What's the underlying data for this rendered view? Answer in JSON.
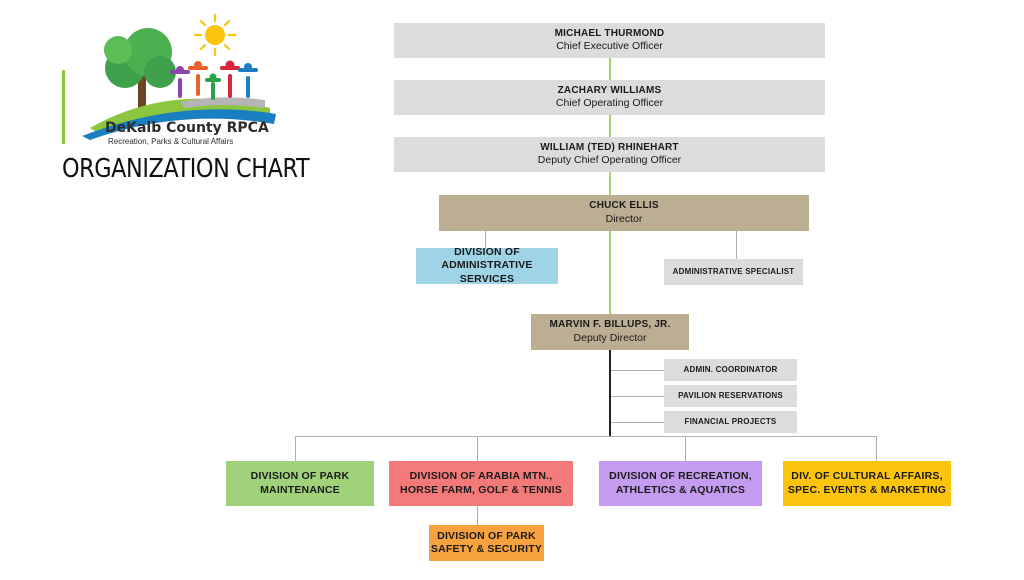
{
  "logo": {
    "org_name": "DeKalb County RPCA",
    "tagline": "Recreation, Parks & Cultural Affairs"
  },
  "page_title": "ORGANIZATION CHART",
  "executives": [
    {
      "name": "MICHAEL THURMOND",
      "title": "Chief Executive Officer"
    },
    {
      "name": "ZACHARY WILLIAMS",
      "title": "Chief Operating Officer"
    },
    {
      "name": "WILLIAM (TED) RHINEHART",
      "title": "Deputy Chief Operating Officer"
    }
  ],
  "director": {
    "name": "CHUCK ELLIS",
    "title": "Director"
  },
  "admin_services": {
    "line1": "DIVISION OF",
    "line2": "ADMINISTRATIVE SERVICES"
  },
  "admin_specialist": {
    "label": "ADMINISTRATIVE SPECIALIST"
  },
  "deputy_director": {
    "name": "MARVIN F. BILLUPS, JR.",
    "title": "Deputy Director"
  },
  "staff": [
    {
      "label": "ADMIN. COORDINATOR"
    },
    {
      "label": "PAVILION RESERVATIONS"
    },
    {
      "label": "FINANCIAL PROJECTS"
    }
  ],
  "divisions": [
    {
      "line1": "DIVISION OF PARK",
      "line2": "MAINTENANCE",
      "color": "#9fd27a"
    },
    {
      "line1": "DIVISION OF ARABIA MTN.,",
      "line2": "HORSE FARM, GOLF & TENNIS",
      "color": "#f47a7a"
    },
    {
      "line1": "DIVISION OF RECREATION,",
      "line2": "ATHLETICS & AQUATICS",
      "color": "#c39cf0"
    },
    {
      "line1": "DIV. OF CULTURAL AFFAIRS,",
      "line2": "SPEC. EVENTS & MARKETING",
      "color": "#fcc40c"
    }
  ],
  "sub_division": {
    "line1": "DIVISION OF PARK",
    "line2": "SAFETY & SECURITY",
    "color": "#f7a23e"
  },
  "colors": {
    "admin_services": "#9fd3e6",
    "director": "#bcae92",
    "executive": "#dcdcdc"
  }
}
